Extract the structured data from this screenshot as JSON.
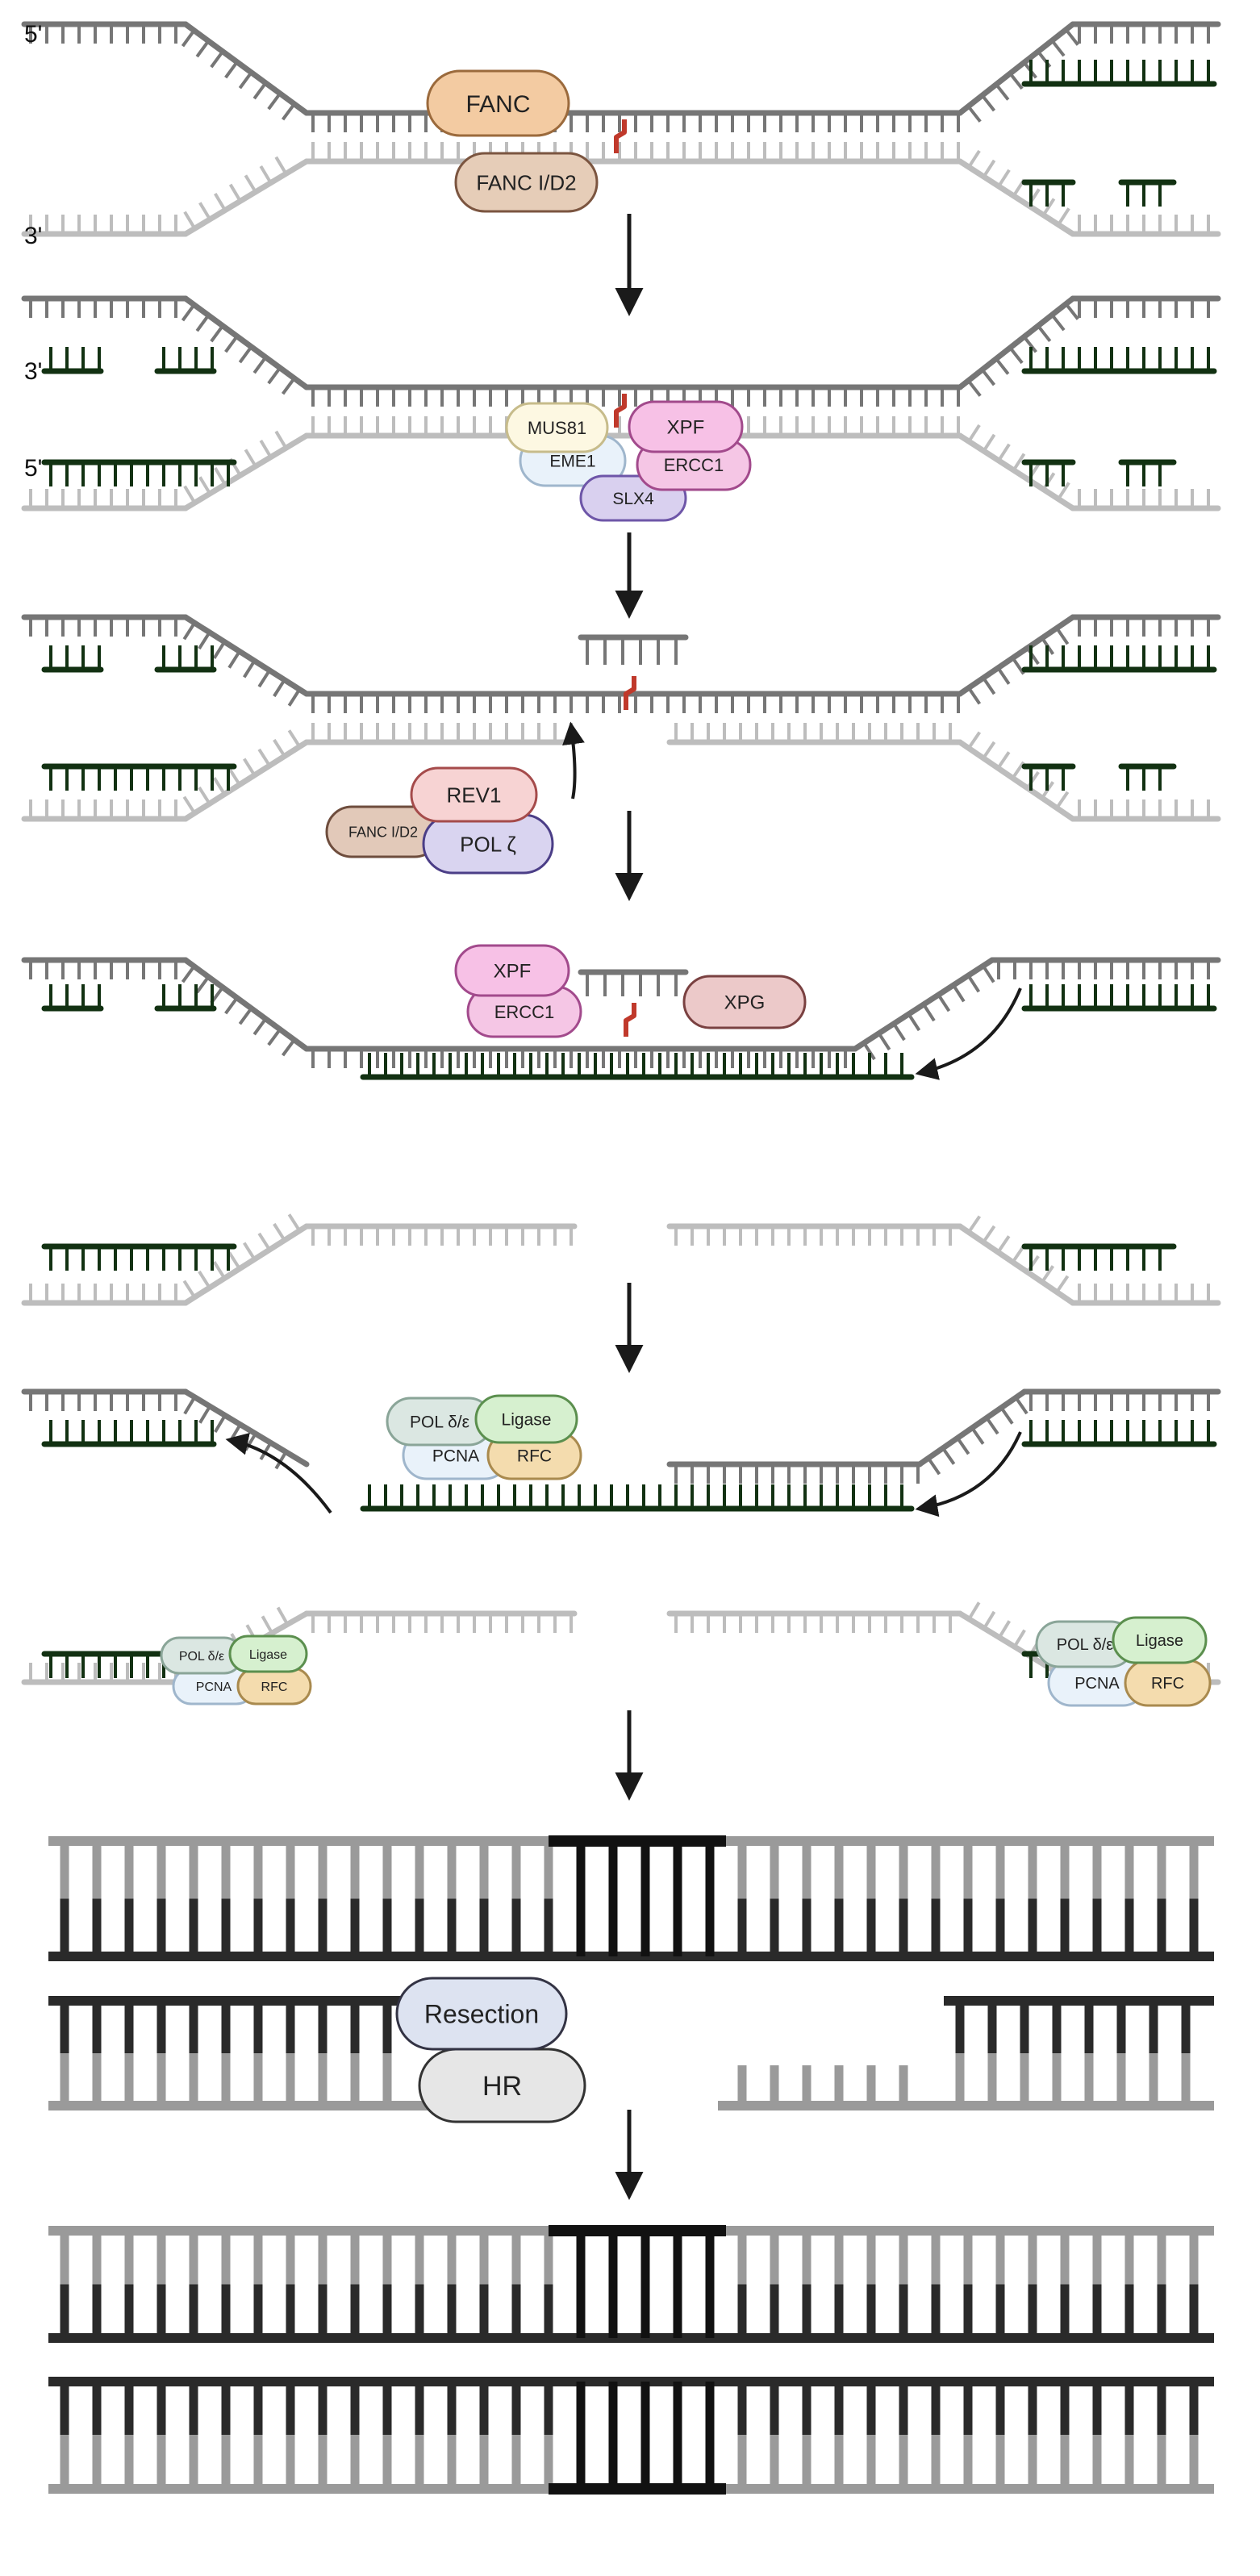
{
  "strand_ends": {
    "five_prime": "5'",
    "three_prime": "3'"
  },
  "colors": {
    "parental_top": "#767676",
    "parental_bottom": "#bdbdbd",
    "new_strand": "#123112",
    "crosslink": "#c0392b",
    "dsb_dark": "#2a2a2a",
    "dsb_light": "#9a9a9a",
    "arrow": "#1a1a1a"
  },
  "proteins": {
    "fanc": "FANC",
    "fanc_id2": "FANC I/D2",
    "mus81": "MUS81",
    "eme1": "EME1",
    "xpf": "XPF",
    "ercc1": "ERCC1",
    "slx4": "SLX4",
    "rev1": "REV1",
    "pol_zeta": "POL ζ",
    "xpg": "XPG",
    "pol_delta_eps": "POL δ/ε",
    "ligase": "Ligase",
    "pcna": "PCNA",
    "rfc": "RFC",
    "resection": "Resection",
    "hr": "HR"
  }
}
